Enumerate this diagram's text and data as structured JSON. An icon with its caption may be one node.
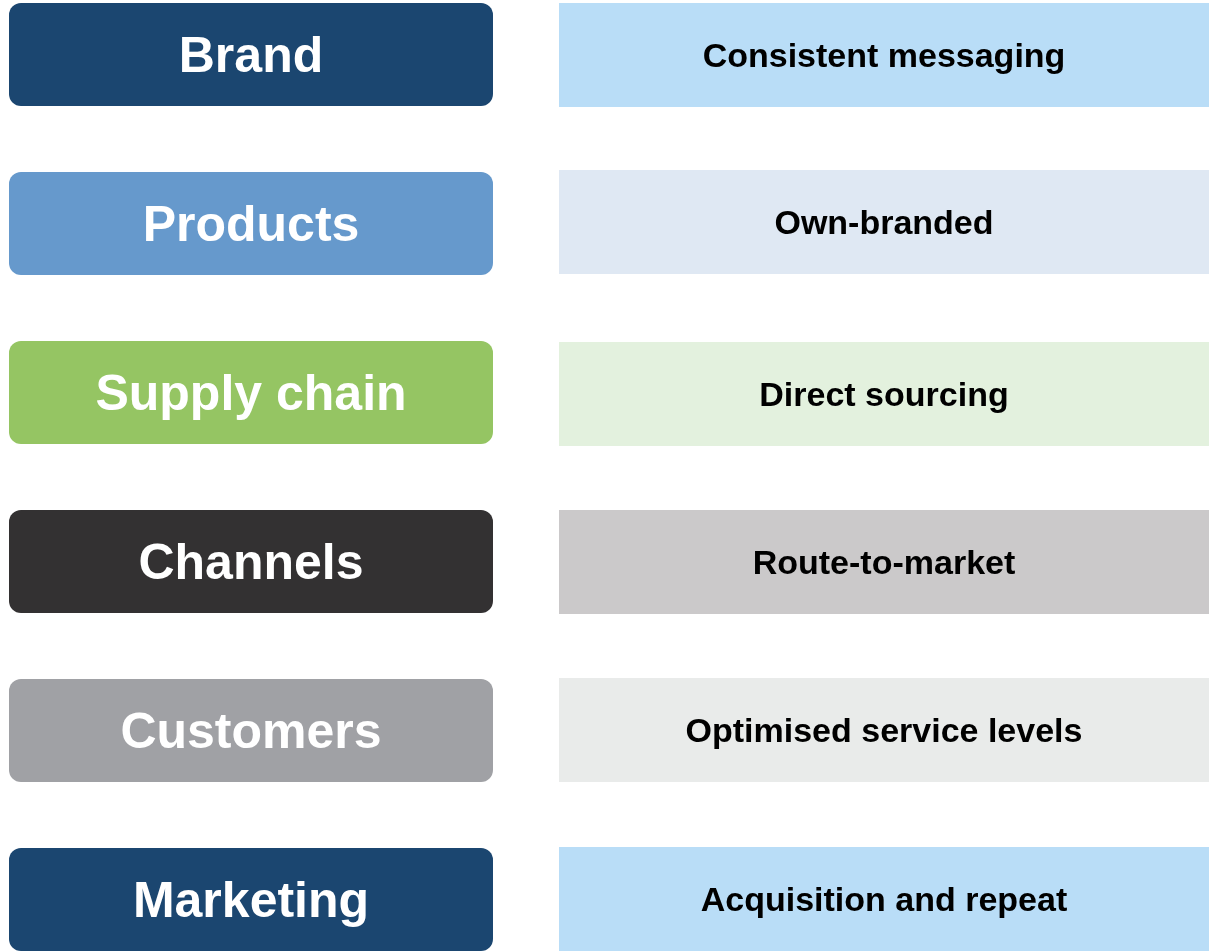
{
  "diagram": {
    "nodes": [
      {
        "text": [
          "Brand"
        ]
      },
      {
        "text": [
          "Consistent messaging"
        ]
      },
      {
        "text": [
          "Products"
        ]
      },
      {
        "text": [
          "Own-branded"
        ]
      },
      {
        "text": [
          "Supply chain"
        ]
      },
      {
        "text": [
          "Direct sourcing"
        ]
      },
      {
        "text": [
          "Channels"
        ]
      },
      {
        "text": [
          "Route-to-market"
        ]
      },
      {
        "text": [
          "Customers"
        ]
      },
      {
        "text": [
          "Optimised service levels"
        ]
      },
      {
        "text": [
          "Marketing"
        ]
      },
      {
        "text": [
          "Acquisition and repeat"
        ]
      }
    ]
  }
}
